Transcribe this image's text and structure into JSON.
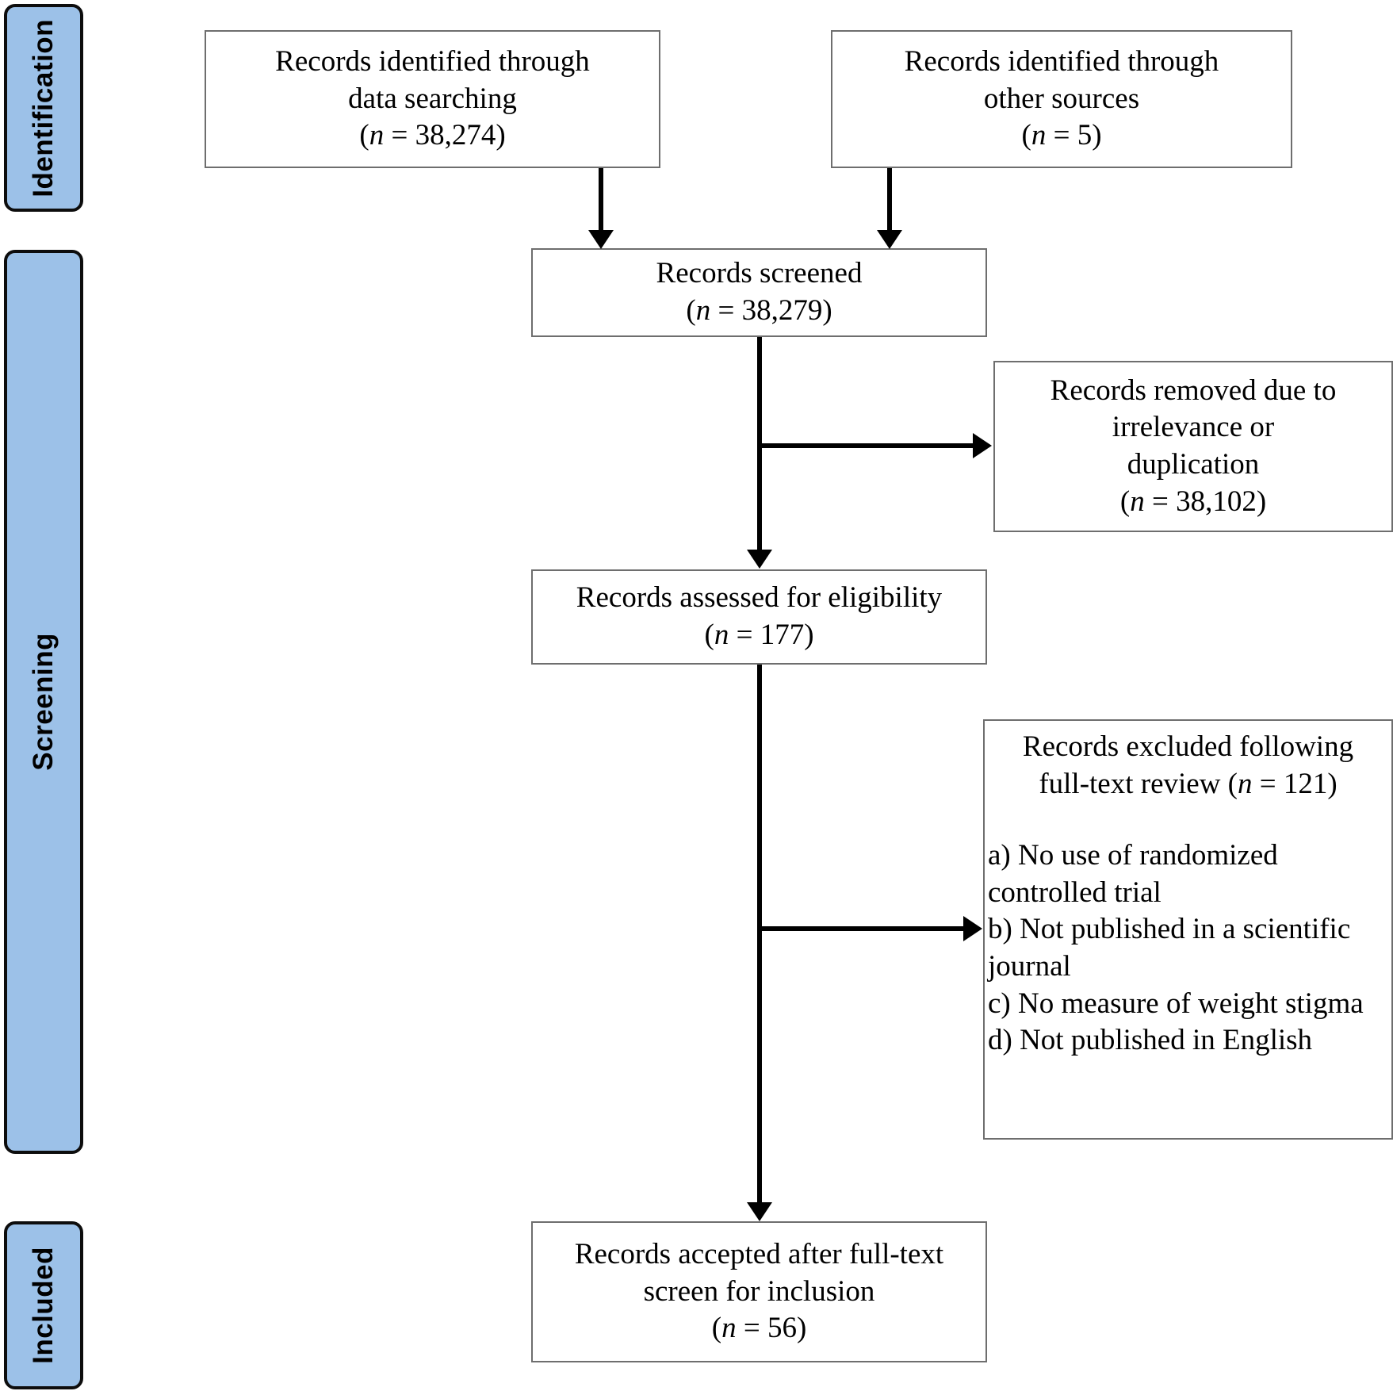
{
  "diagram": {
    "type": "prisma-flow-diagram",
    "stages": [
      {
        "id": "identification",
        "label": "Identification"
      },
      {
        "id": "screening",
        "label": "Screening"
      },
      {
        "id": "included",
        "label": "Included"
      }
    ],
    "boxes": {
      "identified_data": {
        "line1": "Records identified through",
        "line2": "data searching",
        "count_prefix": "(",
        "count_var": "n",
        "count_eq": " = ",
        "count_value": "38,274",
        "count_suffix": ")"
      },
      "identified_other": {
        "line1": "Records identified through",
        "line2": "other sources",
        "count_prefix": "(",
        "count_var": "n",
        "count_eq": " = ",
        "count_value": "5",
        "count_suffix": ")"
      },
      "screened": {
        "line1": "Records screened",
        "count_prefix": "(",
        "count_var": "n",
        "count_eq": " = ",
        "count_value": "38,279",
        "count_suffix": ")"
      },
      "removed": {
        "line1": "Records removed due to",
        "line2": "irrelevance or",
        "line3": "duplication",
        "count_prefix": "(",
        "count_var": "n",
        "count_eq": " = ",
        "count_value": "38,102",
        "count_suffix": ")"
      },
      "assessed": {
        "line1": "Records assessed for eligibility",
        "count_prefix": "(",
        "count_var": "n",
        "count_eq": " = ",
        "count_value": "177",
        "count_suffix": ")"
      },
      "excluded": {
        "head_line1": "Records excluded following",
        "head_line2_pre": "full-text review (",
        "head_var": "n",
        "head_eq": " = ",
        "head_value": "121",
        "head_suffix": ")",
        "reasons": [
          "a) No use of randomized controlled trial",
          "b) Not published in a scientific journal",
          "c) No measure of weight stigma",
          "d) Not published in English"
        ]
      },
      "accepted": {
        "line1": "Records accepted after full-text",
        "line2": "screen for inclusion",
        "count_prefix": "(",
        "count_var": "n",
        "count_eq": " = ",
        "count_value": "56",
        "count_suffix": ")"
      }
    },
    "colors": {
      "stage_fill": "#9CC1E8",
      "stage_border": "#0D0D0D",
      "box_border": "#6E6E6E",
      "connector": "#000000",
      "background": "#FFFFFF"
    }
  }
}
